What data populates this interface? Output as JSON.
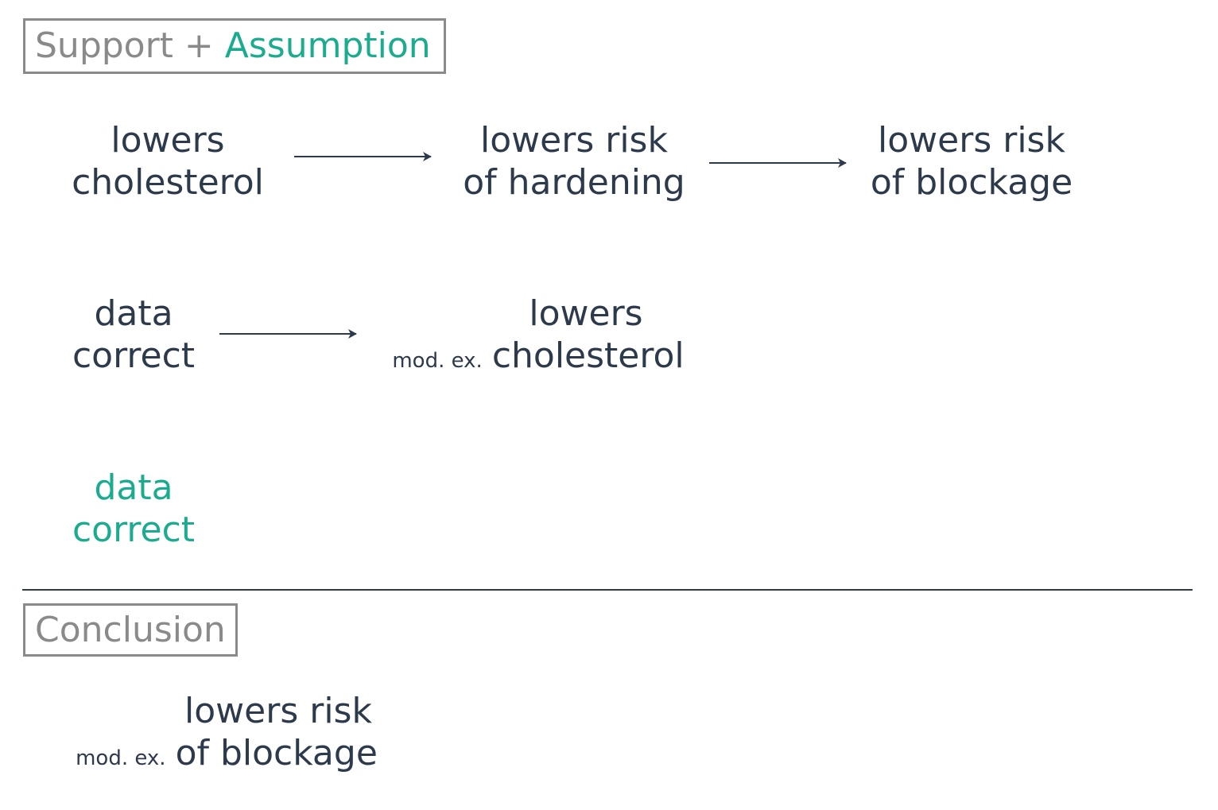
{
  "support_label": {
    "support_text": "Support",
    "plus": " + ",
    "assumption_text": "Assumption"
  },
  "conclusion_label": "Conclusion",
  "support_rows": [
    {
      "nodes": [
        {
          "line1": "lowers",
          "line2": "cholesterol"
        },
        {
          "line1": "lowers risk",
          "line2": "of hardening"
        },
        {
          "line1": "lowers risk",
          "line2": "of blockage"
        }
      ]
    },
    {
      "nodes": [
        {
          "line1": "data",
          "line2": "correct"
        },
        {
          "line1": "lowers",
          "modifier": "mod. ex.",
          "line2": "cholesterol"
        }
      ]
    }
  ],
  "assumption_node": {
    "line1": "data",
    "line2": "correct"
  },
  "conclusion_node": {
    "line1": "lowers risk",
    "modifier": "mod. ex.",
    "line2": "of blockage"
  },
  "colors": {
    "text": "#2d3a4b",
    "accent": "#1bab8f",
    "label_border": "#8a8a8a"
  }
}
